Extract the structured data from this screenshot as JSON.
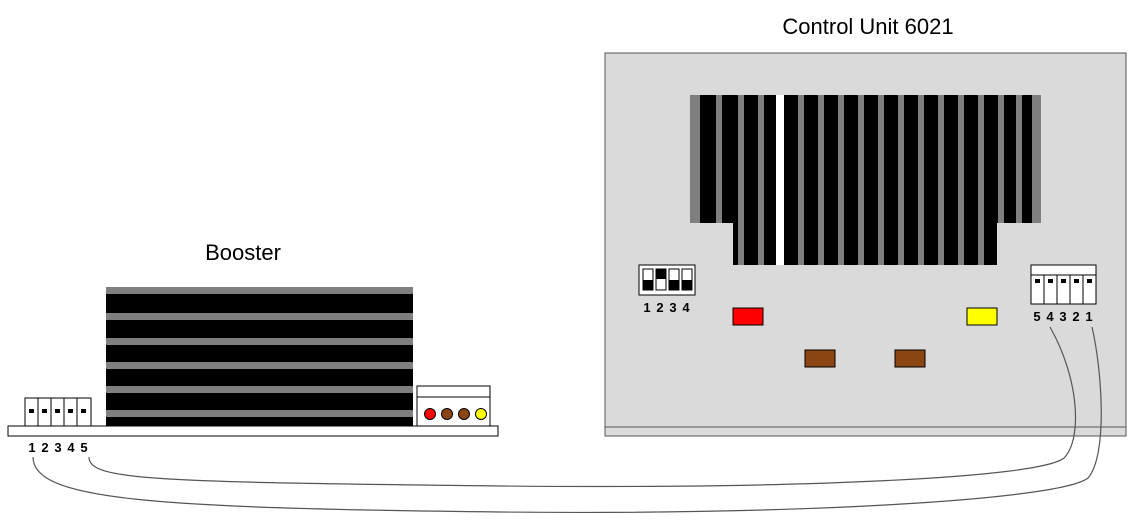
{
  "booster": {
    "title": "Booster",
    "terminal_labels": [
      "1",
      "2",
      "3",
      "4",
      "5"
    ],
    "socket_colors": [
      "#ff0000",
      "#8b4513",
      "#8b4513",
      "#ffff00"
    ]
  },
  "control_unit": {
    "title": "Control Unit 6021",
    "dip_labels": [
      "1",
      "2",
      "3",
      "4"
    ],
    "terminal_labels": [
      "5",
      "4",
      "3",
      "2",
      "1"
    ],
    "socket_colors": [
      "#ff0000",
      "#ffff00",
      "#8b4513",
      "#8b4513"
    ]
  },
  "colors": {
    "panel": "#dadada",
    "heatsink_dark": "#000000",
    "heatsink_fin": "#7f7f7f",
    "highlight": "#ffffff",
    "wire": "#555555"
  }
}
